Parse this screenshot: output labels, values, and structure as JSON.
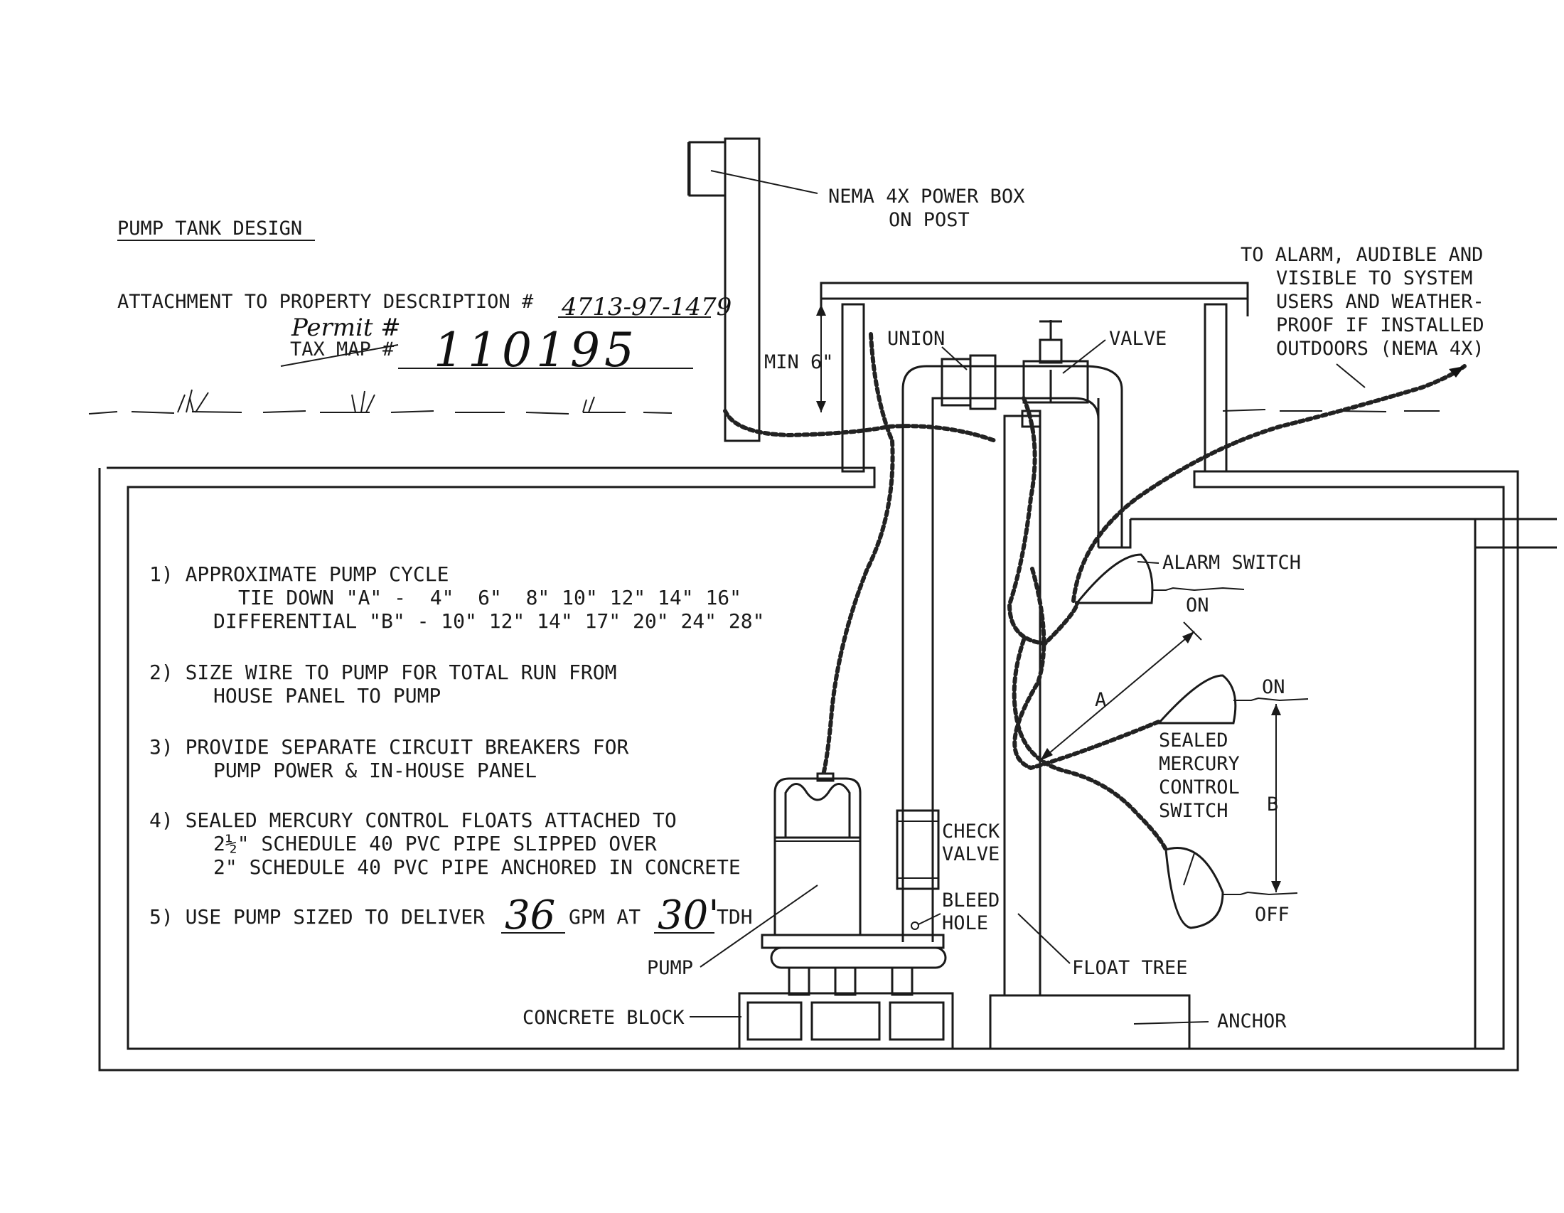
{
  "title": "PUMP TANK DESIGN",
  "attachment": {
    "label": "ATTACHMENT TO PROPERTY DESCRIPTION #",
    "number": "4713-97-1479"
  },
  "permit": {
    "label_handwritten": "Permit #",
    "label_struck": "TAX MAP #",
    "number": "110195"
  },
  "labels": {
    "power_box_line1": "NEMA 4X POWER BOX",
    "power_box_line2": "ON POST",
    "alarm_note": [
      "TO ALARM, AUDIBLE AND",
      "VISIBLE TO SYSTEM",
      "USERS AND WEATHER-",
      "PROOF IF INSTALLED",
      "OUTDOORS (NEMA 4X)"
    ],
    "union": "UNION",
    "valve": "VALVE",
    "min_height": "MIN 6\"",
    "alarm_switch": "ALARM SWITCH",
    "on_upper": "ON",
    "on_lower": "ON",
    "off": "OFF",
    "dim_a": "A",
    "dim_b": "B",
    "sealed_switch": [
      "SEALED",
      "MERCURY",
      "CONTROL",
      "SWITCH"
    ],
    "check_valve": [
      "CHECK",
      "VALVE"
    ],
    "bleed_hole": [
      "BLEED",
      "HOLE"
    ],
    "pump": "PUMP",
    "float_tree": "FLOAT TREE",
    "concrete_block": "CONCRETE BLOCK",
    "anchor": "ANCHOR"
  },
  "notes": {
    "n1": "1) APPROXIMATE PUMP CYCLE",
    "n1_tiedown": "TIE DOWN \"A\" -  4\"  6\"  8\" 10\" 12\" 14\" 16\"",
    "n1_diff": "DIFFERENTIAL \"B\" - 10\" 12\" 14\" 17\" 20\" 24\" 28\"",
    "n2a": "2) SIZE WIRE TO PUMP FOR TOTAL RUN FROM",
    "n2b": "HOUSE PANEL TO PUMP",
    "n3a": "3) PROVIDE SEPARATE CIRCUIT BREAKERS FOR",
    "n3b": "PUMP POWER & IN-HOUSE PANEL",
    "n4a": "4) SEALED MERCURY CONTROL FLOATS ATTACHED TO",
    "n4b": "2½\" SCHEDULE 40 PVC PIPE SLIPPED OVER",
    "n4c": "2\" SCHEDULE 40 PVC PIPE ANCHORED IN CONCRETE",
    "n5_prefix": "5) USE PUMP SIZED TO DELIVER",
    "n5_gpm": "36",
    "n5_mid": "GPM AT",
    "n5_tdh": "30'",
    "n5_suffix": "TDH"
  }
}
